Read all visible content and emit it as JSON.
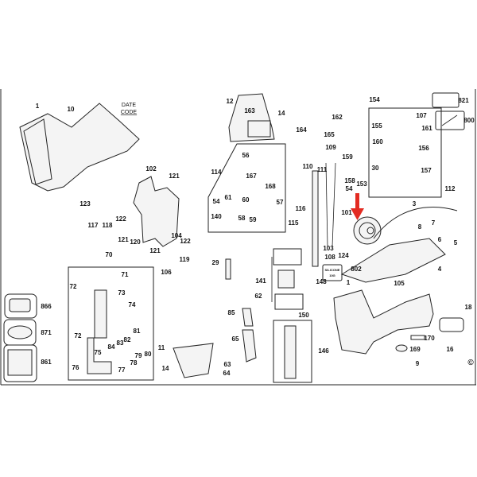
{
  "diagram": {
    "title": "Exploded parts diagram",
    "date_code": [
      "DATE",
      "CODE"
    ],
    "silicone_label": [
      "SILICONE",
      "10G"
    ],
    "copyright": "©",
    "accent_color": "#e32b22",
    "part_labels": [
      "1",
      "10",
      "12",
      "14",
      "163",
      "162",
      "164",
      "165",
      "154",
      "821",
      "107",
      "800",
      "155",
      "161",
      "160",
      "156",
      "157",
      "30",
      "112",
      "109",
      "110",
      "111",
      "159",
      "158",
      "153",
      "54",
      "114",
      "56",
      "167",
      "168",
      "61",
      "60",
      "57",
      "54",
      "140",
      "58",
      "59",
      "116",
      "115",
      "101",
      "3",
      "8",
      "7",
      "6",
      "5",
      "103",
      "124",
      "108",
      "802",
      "4",
      "105",
      "1",
      "29",
      "141",
      "148",
      "102",
      "121",
      "123",
      "117",
      "118",
      "122",
      "121",
      "120",
      "104",
      "122",
      "121",
      "119",
      "106",
      "70",
      "71",
      "72",
      "73",
      "866",
      "74",
      "871",
      "81",
      "82",
      "83",
      "84",
      "72",
      "75",
      "79",
      "80",
      "11",
      "861",
      "78",
      "76",
      "77",
      "14",
      "62",
      "85",
      "150",
      "65",
      "146",
      "63",
      "64",
      "18",
      "170",
      "169",
      "16",
      "9"
    ]
  }
}
